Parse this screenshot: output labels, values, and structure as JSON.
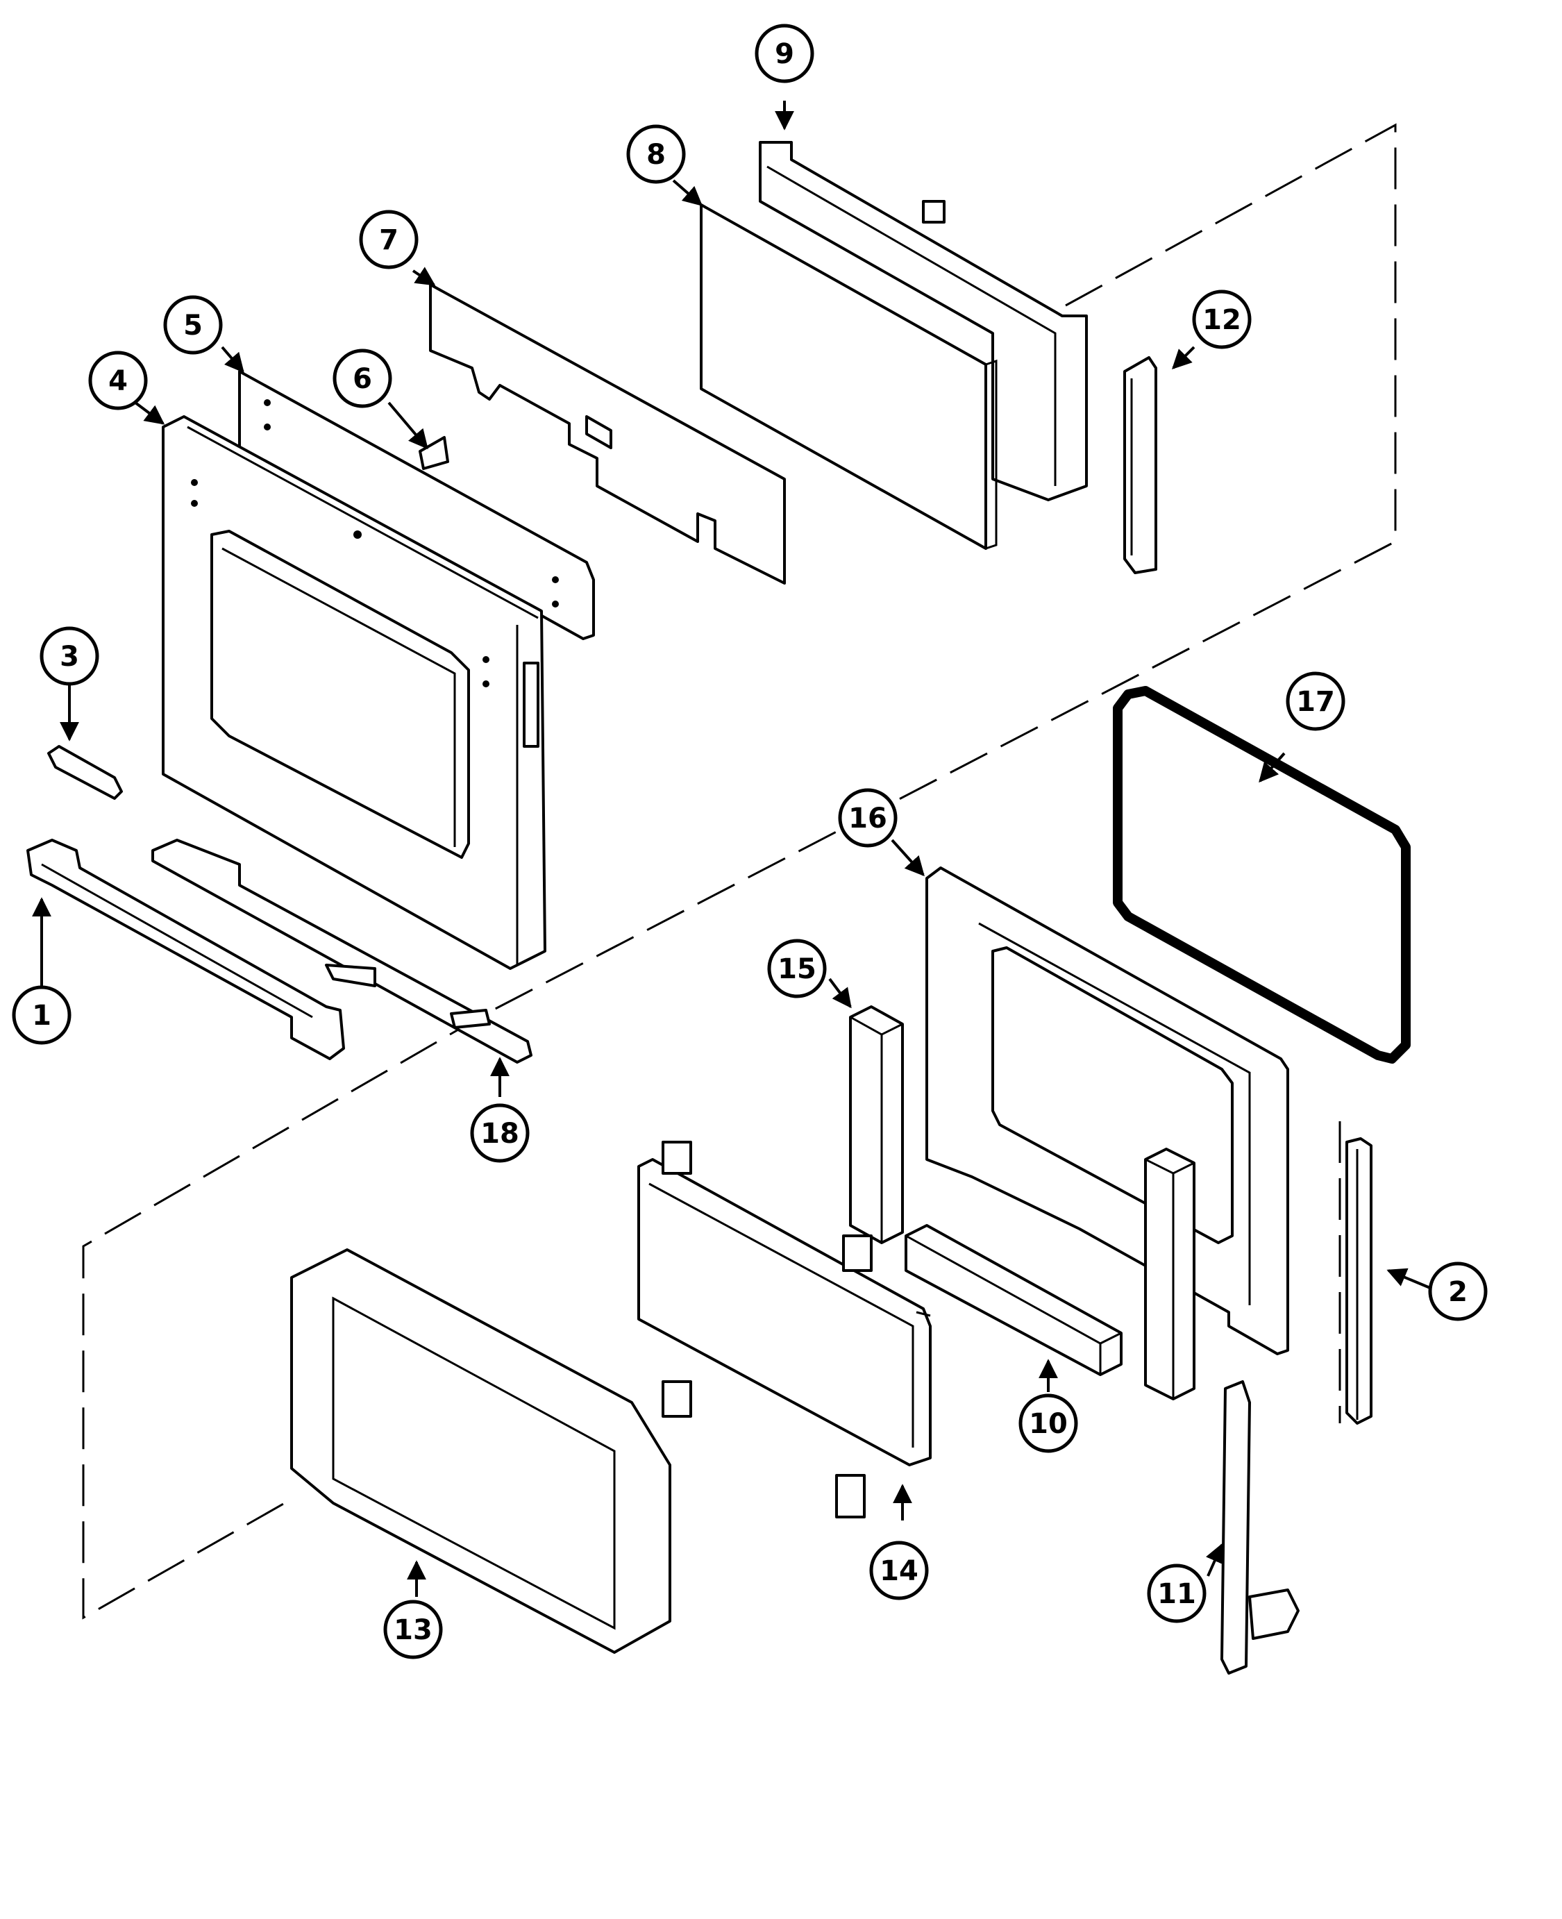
{
  "diagram": {
    "type": "exploded-parts-view",
    "line_color": "#000000",
    "background": "#ffffff"
  },
  "callouts": [
    {
      "id": "c1",
      "label": "1"
    },
    {
      "id": "c2",
      "label": "2"
    },
    {
      "id": "c3",
      "label": "3"
    },
    {
      "id": "c4",
      "label": "4"
    },
    {
      "id": "c5",
      "label": "5"
    },
    {
      "id": "c6",
      "label": "6"
    },
    {
      "id": "c7",
      "label": "7"
    },
    {
      "id": "c8",
      "label": "8"
    },
    {
      "id": "c9",
      "label": "9"
    },
    {
      "id": "c10",
      "label": "10"
    },
    {
      "id": "c11",
      "label": "11"
    },
    {
      "id": "c12",
      "label": "12"
    },
    {
      "id": "c13",
      "label": "13"
    },
    {
      "id": "c14",
      "label": "14"
    },
    {
      "id": "c15",
      "label": "15"
    },
    {
      "id": "c16",
      "label": "16"
    },
    {
      "id": "c17",
      "label": "17"
    },
    {
      "id": "c18",
      "label": "18"
    }
  ]
}
